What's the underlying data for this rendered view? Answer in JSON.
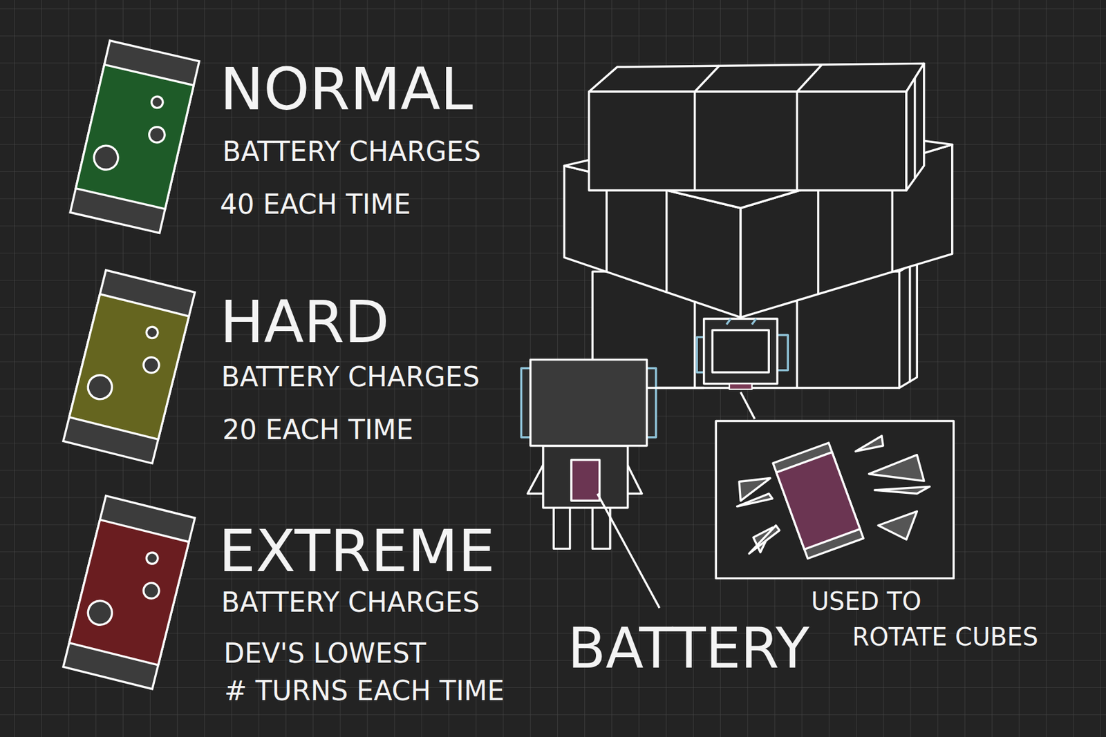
{
  "diagram": {
    "labels": [
      "NORMAL",
      "BATTERY CHARGES",
      "40 EACH TIME",
      "HARD",
      "BATTERY CHARGES",
      "20 EACH TIME",
      "EXTREME",
      "BATTERY CHARGES",
      "DEV'S LOWEST",
      "# TURNS EACH TIME",
      "BATTERY",
      "USED TO",
      "ROTATE CUBES"
    ]
  }
}
